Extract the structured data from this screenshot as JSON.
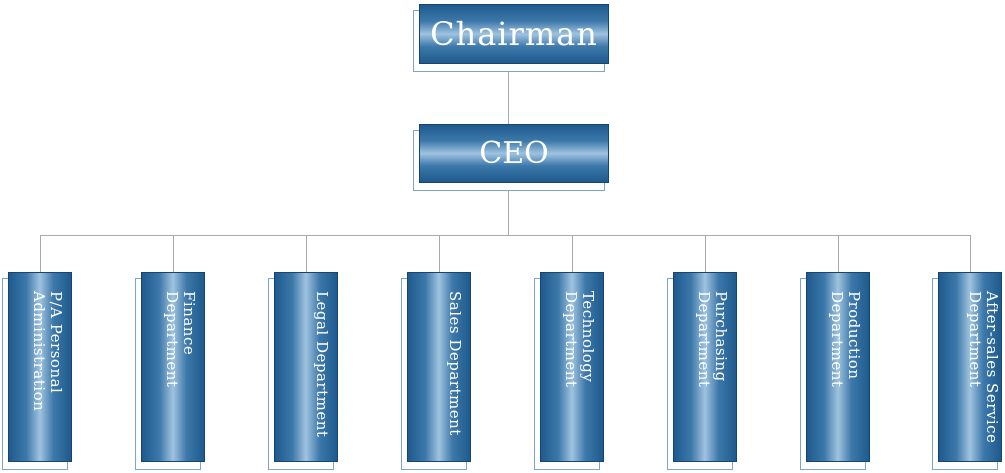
{
  "chart": {
    "top": {
      "label": "Chairman"
    },
    "second": {
      "label": "CEO"
    },
    "departments": [
      {
        "label": "P/A Personal Administration"
      },
      {
        "label": "Finance Department"
      },
      {
        "label": "Legal Department"
      },
      {
        "label": "Sales Department"
      },
      {
        "label": "Technology Department"
      },
      {
        "label": "Purchasing Department"
      },
      {
        "label": "Production Department"
      },
      {
        "label": "After-sales Service Department"
      }
    ]
  },
  "colors": {
    "box_dark": "#1f5a8e",
    "box_light": "#9fc3e0",
    "connector": "#a9a9a9",
    "shadow_border": "#7aa6c8"
  }
}
